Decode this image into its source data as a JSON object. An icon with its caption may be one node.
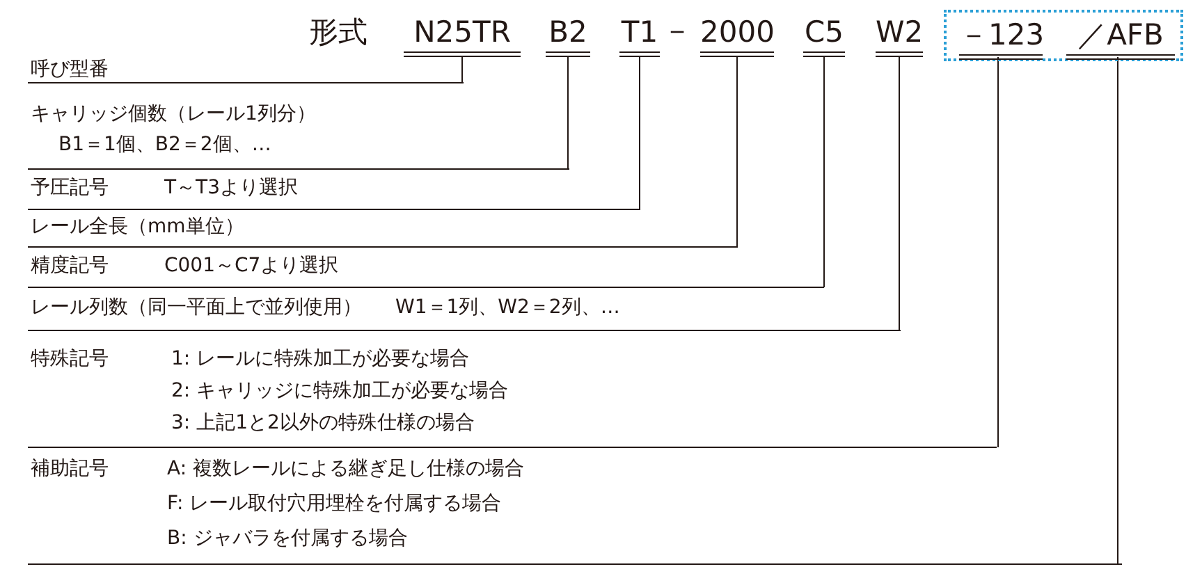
{
  "diagram": {
    "nodes": [
      {
        "text": [
          "N25TR"
        ]
      },
      {
        "text": [
          "B2"
        ]
      },
      {
        "text": [
          "T1"
        ]
      },
      {
        "text": [
          "2000"
        ]
      },
      {
        "text": [
          "C5"
        ]
      },
      {
        "text": [
          "W2"
        ]
      },
      {
        "text": [],
        "shape": "box"
      },
      {
        "text": [
          "－123"
        ],
        "in": 6
      },
      {
        "text": [
          "／AFB"
        ],
        "in": 6
      },
      {
        "text": [
          "呼び型番"
        ]
      },
      {
        "text": [
          "キャリッジ個数（レール1列分）",
          "B1＝1個、B2＝2個、…"
        ]
      },
      {
        "text": [
          "予圧記号",
          "T～T3より選択"
        ]
      },
      {
        "text": [
          "レール全長（mm単位）"
        ]
      },
      {
        "text": [
          "精度記号",
          "C001～C7より選択"
        ]
      },
      {
        "text": [
          "レール列数（同一平面上で並列使用）",
          "W1＝1列、W2＝2列、…"
        ]
      },
      {
        "text": [
          "特殊記号",
          "1: レールに特殊加工が必要な場合",
          "2: キャリッジに特殊加工が必要な場合",
          "3: 上記1と2以外の特殊仕様の場合"
        ]
      },
      {
        "text": [
          "補助記号",
          "A: 複数レールによる継ぎ足し仕様の場合",
          "F: レール取付穴用埋栓を付属する場合",
          "B: ジャバラを付属する場合"
        ]
      }
    ],
    "edges": [
      {
        "from": 0,
        "to": 9,
        "arrow": "none"
      },
      {
        "from": 1,
        "to": 10,
        "arrow": "none"
      },
      {
        "from": 2,
        "to": 11,
        "arrow": "none"
      },
      {
        "from": 3,
        "to": 12,
        "arrow": "none"
      },
      {
        "from": 4,
        "to": 13,
        "arrow": "none"
      },
      {
        "from": 5,
        "to": 14,
        "arrow": "none"
      },
      {
        "from": 7,
        "to": 15,
        "arrow": "none"
      },
      {
        "from": 8,
        "to": 16,
        "arrow": "none"
      }
    ],
    "labels": [
      "形式",
      "－"
    ]
  }
}
